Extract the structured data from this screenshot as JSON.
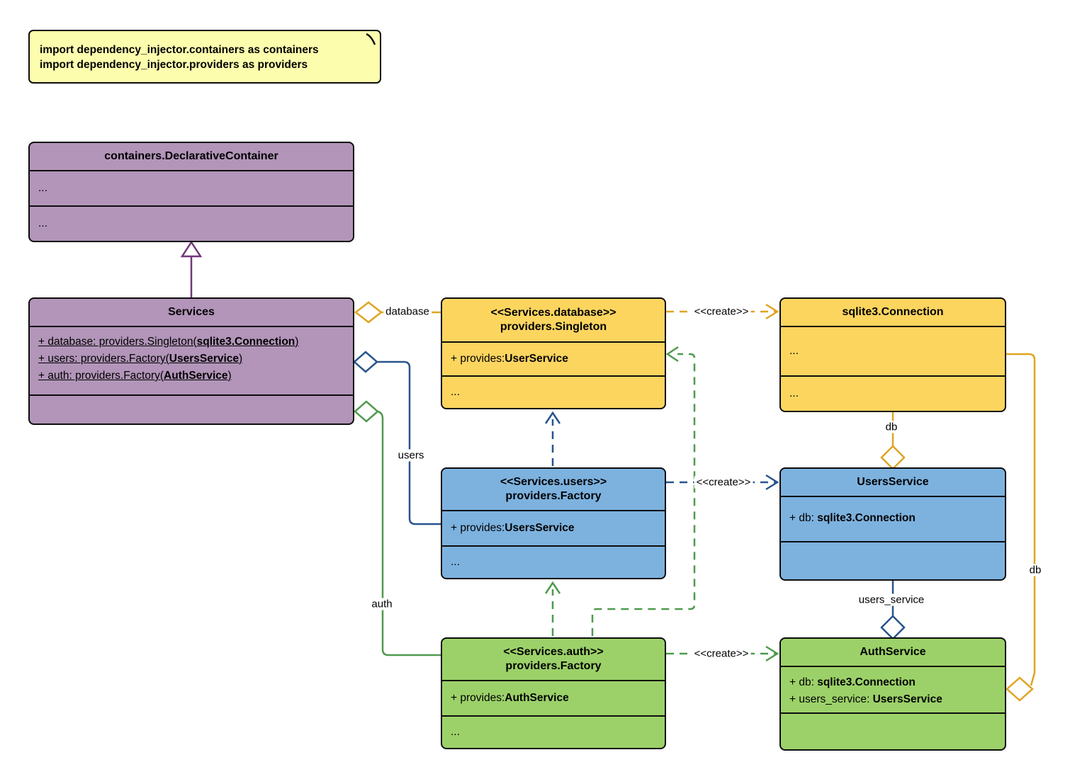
{
  "note": {
    "lines": [
      "import dependency_injector.containers as containers",
      "import dependency_injector.providers as providers"
    ]
  },
  "classes": {
    "declarative_container": {
      "title": "containers.DeclarativeContainer",
      "rows": [
        "...",
        "..."
      ]
    },
    "services": {
      "title": "Services",
      "attrs": [
        {
          "pre": "+ database: providers.Singleton(",
          "type": "sqlite3.Connection",
          "post": ")"
        },
        {
          "pre": "+ users: providers.Factory(",
          "type": "UsersService",
          "post": ")"
        },
        {
          "pre": "+ auth: providers.Factory(",
          "type": "AuthService",
          "post": ")"
        }
      ]
    },
    "singleton_database": {
      "stereotype": "<<Services.database>>",
      "title": "providers.Singleton",
      "provides": {
        "pre": "+ provides: ",
        "type": "UserService"
      },
      "more": "..."
    },
    "sqlite3_connection": {
      "title": "sqlite3.Connection",
      "rows": [
        "...",
        "..."
      ]
    },
    "factory_users": {
      "stereotype": "<<Services.users>>",
      "title": "providers.Factory",
      "provides": {
        "pre": "+ provides: ",
        "type": "UsersService"
      },
      "more": "..."
    },
    "users_service": {
      "title": "UsersService",
      "attrs": [
        {
          "pre": "+ db: ",
          "type": "sqlite3.Connection",
          "post": ""
        }
      ]
    },
    "factory_auth": {
      "stereotype": "<<Services.auth>>",
      "title": "providers.Factory",
      "provides": {
        "pre": "+ provides: ",
        "type": "AuthService"
      },
      "more": "..."
    },
    "auth_service": {
      "title": "AuthService",
      "attrs": [
        {
          "pre": "+ db: ",
          "type": "sqlite3.Connection",
          "post": ""
        },
        {
          "pre": "+ users_service: ",
          "type": "UsersService",
          "post": ""
        }
      ]
    }
  },
  "edge_labels": {
    "database": "database",
    "users": "users",
    "auth": "auth",
    "db_mid": "db",
    "users_service": "users_service",
    "db_right": "db",
    "create_database": "<<create>>",
    "create_users": "<<create>>",
    "create_auth": "<<create>>"
  },
  "colors": {
    "purple_fill": "#b295b9",
    "purple_stroke": "#71387a",
    "yellow_fill": "#fcd55f",
    "yellow_stroke": "#dfa420",
    "blue_fill": "#7db2df",
    "blue_stroke": "#27548d",
    "green_fill": "#9cd169",
    "green_stroke": "#4e9a4e",
    "note_fill": "#fdfdae",
    "box_border": "#0d0d0d"
  }
}
